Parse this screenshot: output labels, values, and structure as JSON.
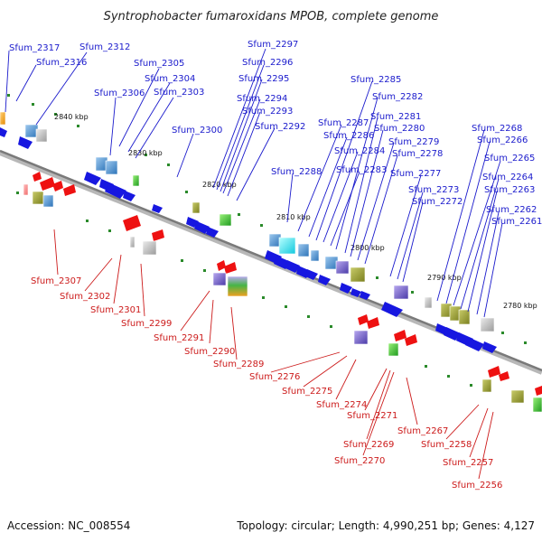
{
  "title": "Syntrophobacter fumaroxidans MPOB, complete genome",
  "footer": {
    "accession": "Accession: NC_008554",
    "stats": "Topology: circular; Length: 4,990,251 bp; Genes: 4,127"
  },
  "colors": {
    "backbone": "#8a8a8a",
    "forward": "#1717e0",
    "reverse": "#ee1111",
    "label_forward": "#1a1acc",
    "label_reverse": "#cc1a1a",
    "tick_dot": "#2a8a2a"
  },
  "scale_ticks": [
    "2840 kbp",
    "2830 kbp",
    "2820 kbp",
    "2810 kbp",
    "2800 kbp",
    "2790 kbp",
    "2780 kbp"
  ],
  "forward_genes": [
    "Sfum_2317",
    "Sfum_2316",
    "Sfum_2312",
    "Sfum_2306",
    "Sfum_2305",
    "Sfum_2304",
    "Sfum_2303",
    "Sfum_2300",
    "Sfum_2297",
    "Sfum_2296",
    "Sfum_2295",
    "Sfum_2294",
    "Sfum_2293",
    "Sfum_2292",
    "Sfum_2288",
    "Sfum_2287",
    "Sfum_2286",
    "Sfum_2285",
    "Sfum_2284",
    "Sfum_2283",
    "Sfum_2282",
    "Sfum_2281",
    "Sfum_2280",
    "Sfum_2279",
    "Sfum_2278",
    "Sfum_2277",
    "Sfum_2273",
    "Sfum_2272",
    "Sfum_2268",
    "Sfum_2266",
    "Sfum_2265",
    "Sfum_2264",
    "Sfum_2263",
    "Sfum_2262",
    "Sfum_2261"
  ],
  "reverse_genes": [
    "Sfum_2307",
    "Sfum_2302",
    "Sfum_2301",
    "Sfum_2299",
    "Sfum_2291",
    "Sfum_2290",
    "Sfum_2289",
    "Sfum_2276",
    "Sfum_2275",
    "Sfum_2274",
    "Sfum_2271",
    "Sfum_2269",
    "Sfum_2270",
    "Sfum_2267",
    "Sfum_2258",
    "Sfum_2257",
    "Sfum_2256"
  ]
}
